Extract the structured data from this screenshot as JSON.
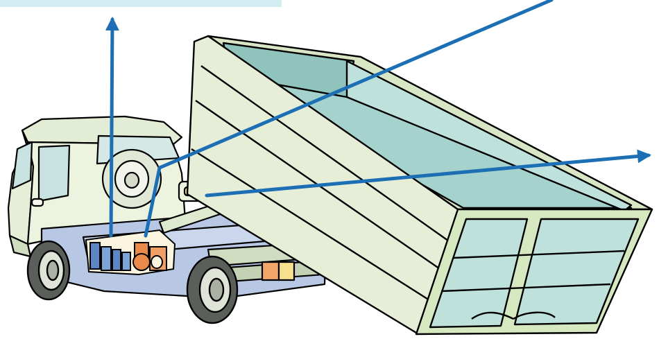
{
  "title": "",
  "colors": {
    "callout_bg": "#d3ecf2",
    "leader_line": "#1c6fb4",
    "body_light": "#ecf3df",
    "body_mid": "#d9e6c6",
    "container_inner": "#a6d2cd",
    "container_inner_light": "#bfe1dc",
    "chassis_blue": "#b8c8e4",
    "pump_blue": "#5c86c6",
    "pump_orange": "#e98a4a",
    "lamp_orange": "#f3a56a",
    "lamp_yellow": "#f8e08d",
    "outline": "#000000"
  },
  "callouts": [
    {
      "name": "callout-top-left",
      "label": ""
    },
    {
      "name": "callout-top-right",
      "label": ""
    },
    {
      "name": "callout-right",
      "label": ""
    }
  ]
}
